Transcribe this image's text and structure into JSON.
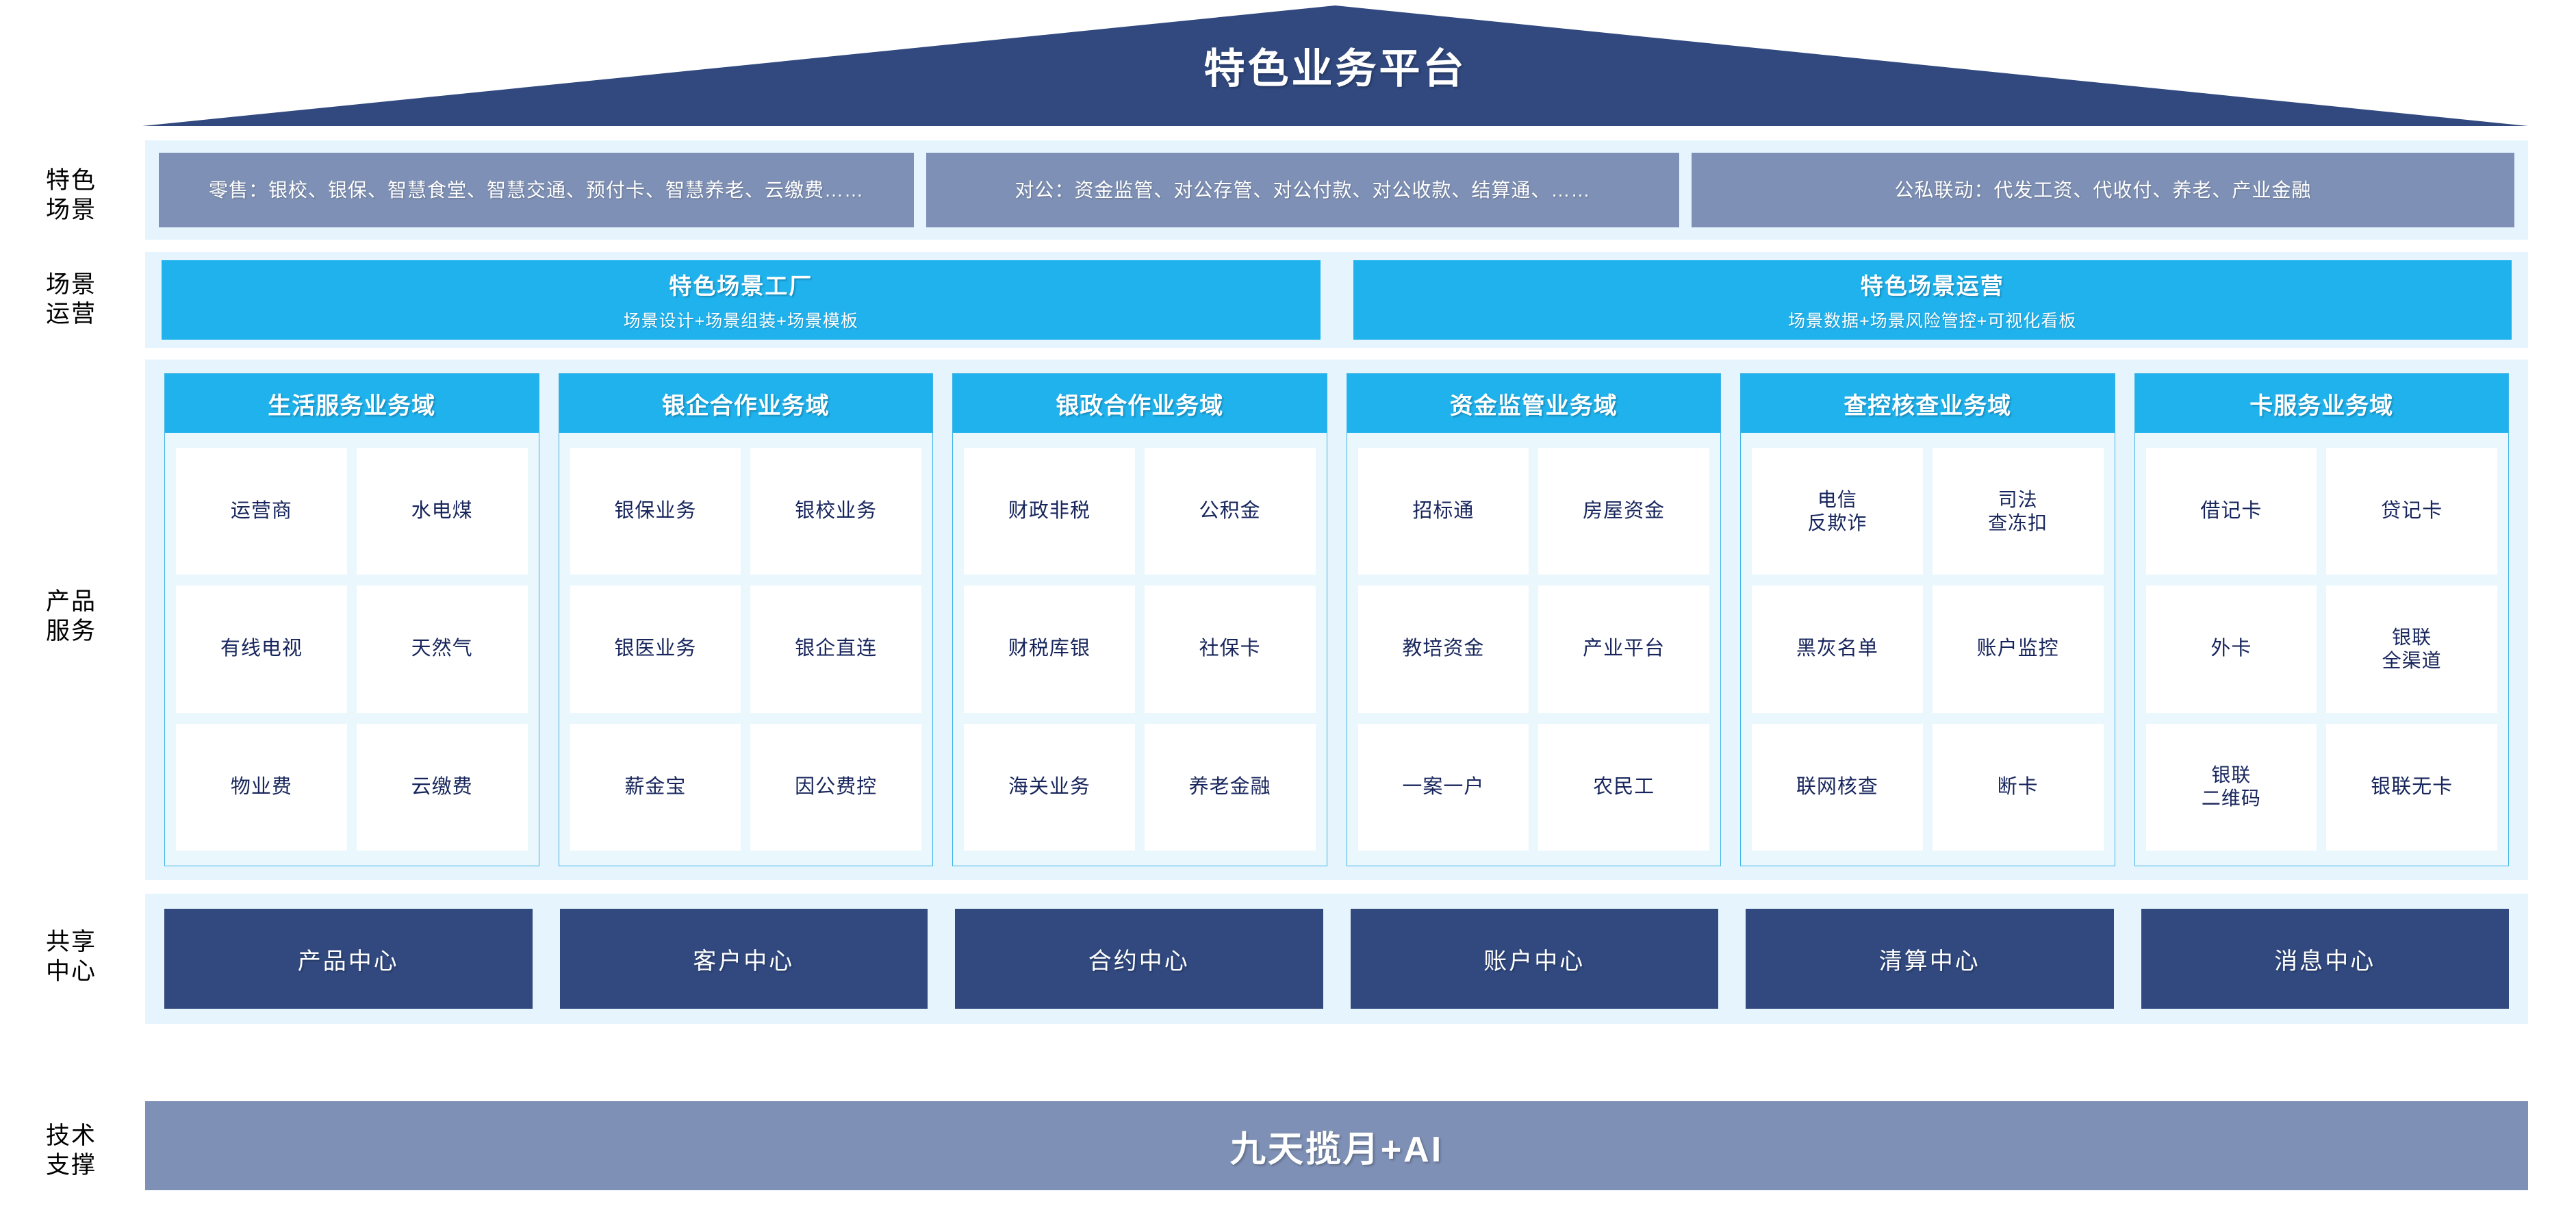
{
  "title": "特色业务平台",
  "colors": {
    "roof_navy": "#31497f",
    "band_bg": "#e6f5fd",
    "scene_slate": "#7e90b5",
    "cyan": "#1fb2ed",
    "cell_text": "#17255c",
    "deep_navy": "#31497f"
  },
  "row_labels": [
    {
      "key": "scene",
      "text": "特色\n场景"
    },
    {
      "key": "operate",
      "text": "场景\n运营"
    },
    {
      "key": "product",
      "text": "产品\n服务"
    },
    {
      "key": "shared",
      "text": "共享\n中心"
    },
    {
      "key": "tech",
      "text": "技术\n支撑"
    }
  ],
  "scene_row": {
    "boxes": [
      {
        "name": "retail",
        "text": "零售：银校、银保、智慧食堂、智慧交通、预付卡、智慧养老、云缴费……"
      },
      {
        "name": "corporate",
        "text": "对公：资金监管、对公存管、对公付款、对公收款、结算通、……"
      },
      {
        "name": "linkage",
        "text": "公私联动：代发工资、代收付、养老、产业金融"
      }
    ]
  },
  "operation_row": {
    "boxes": [
      {
        "name": "scene-factory",
        "title": "特色场景工厂",
        "sub": "场景设计+场景组装+场景模板"
      },
      {
        "name": "scene-operation",
        "title": "特色场景运营",
        "sub": "场景数据+场景风险管控+可视化看板"
      }
    ]
  },
  "product_row": {
    "domains": [
      {
        "name": "life-service",
        "title": "生活服务业务域",
        "cells": [
          "运营商",
          "水电煤",
          "有线电视",
          "天然气",
          "物业费",
          "云缴费"
        ]
      },
      {
        "name": "bank-enterprise",
        "title": "银企合作业务域",
        "cells": [
          "银保业务",
          "银校业务",
          "银医业务",
          "银企直连",
          "薪金宝",
          "因公费控"
        ]
      },
      {
        "name": "bank-government",
        "title": "银政合作业务域",
        "cells": [
          "财政非税",
          "公积金",
          "财税库银",
          "社保卡",
          "海关业务",
          "养老金融"
        ]
      },
      {
        "name": "fund-supervision",
        "title": "资金监管业务域",
        "cells": [
          "招标通",
          "房屋资金",
          "教培资金",
          "产业平台",
          "一案一户",
          "农民工"
        ]
      },
      {
        "name": "investigation-control",
        "title": "查控核查业务域",
        "cells": [
          "电信\n反欺诈",
          "司法\n查冻扣",
          "黑灰名单",
          "账户监控",
          "联网核查",
          "断卡"
        ]
      },
      {
        "name": "card-service",
        "title": "卡服务业务域",
        "cells": [
          "借记卡",
          "贷记卡",
          "外卡",
          "银联\n全渠道",
          "银联\n二维码",
          "银联无卡"
        ]
      }
    ]
  },
  "shared_row": {
    "boxes": [
      {
        "name": "product-center",
        "text": "产品中心"
      },
      {
        "name": "customer-center",
        "text": "客户中心"
      },
      {
        "name": "contract-center",
        "text": "合约中心"
      },
      {
        "name": "account-center",
        "text": "账户中心"
      },
      {
        "name": "clearing-center",
        "text": "清算中心"
      },
      {
        "name": "message-center",
        "text": "消息中心"
      }
    ]
  },
  "tech_row": {
    "text": "九天揽月+AI"
  }
}
